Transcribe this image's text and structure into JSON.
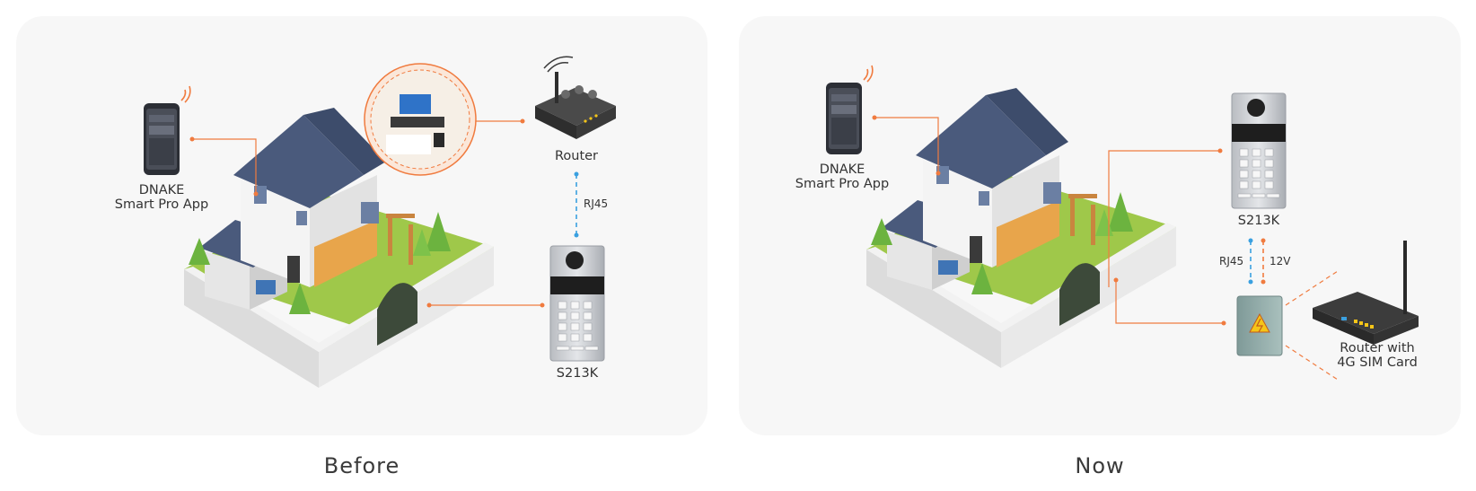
{
  "before": {
    "caption": "Before",
    "app_label_line1": "DNAKE",
    "app_label_line2": "Smart Pro App",
    "router_label": "Router",
    "cable_label": "RJ45",
    "station_label": "S213K"
  },
  "now": {
    "caption": "Now",
    "app_label_line1": "DNAKE",
    "app_label_line2": "Smart Pro App",
    "station_label": "S213K",
    "cable_label_1": "RJ45",
    "cable_label_2": "12V",
    "router_label_line1": "Router with",
    "router_label_line2": "4G SIM Card"
  },
  "colors": {
    "connector_orange": "#f07b3f",
    "cable_blue": "#3aa0e0",
    "panel_bg": "#f7f7f7",
    "roof": "#4a5a7c",
    "lawn": "#9fc84a"
  }
}
